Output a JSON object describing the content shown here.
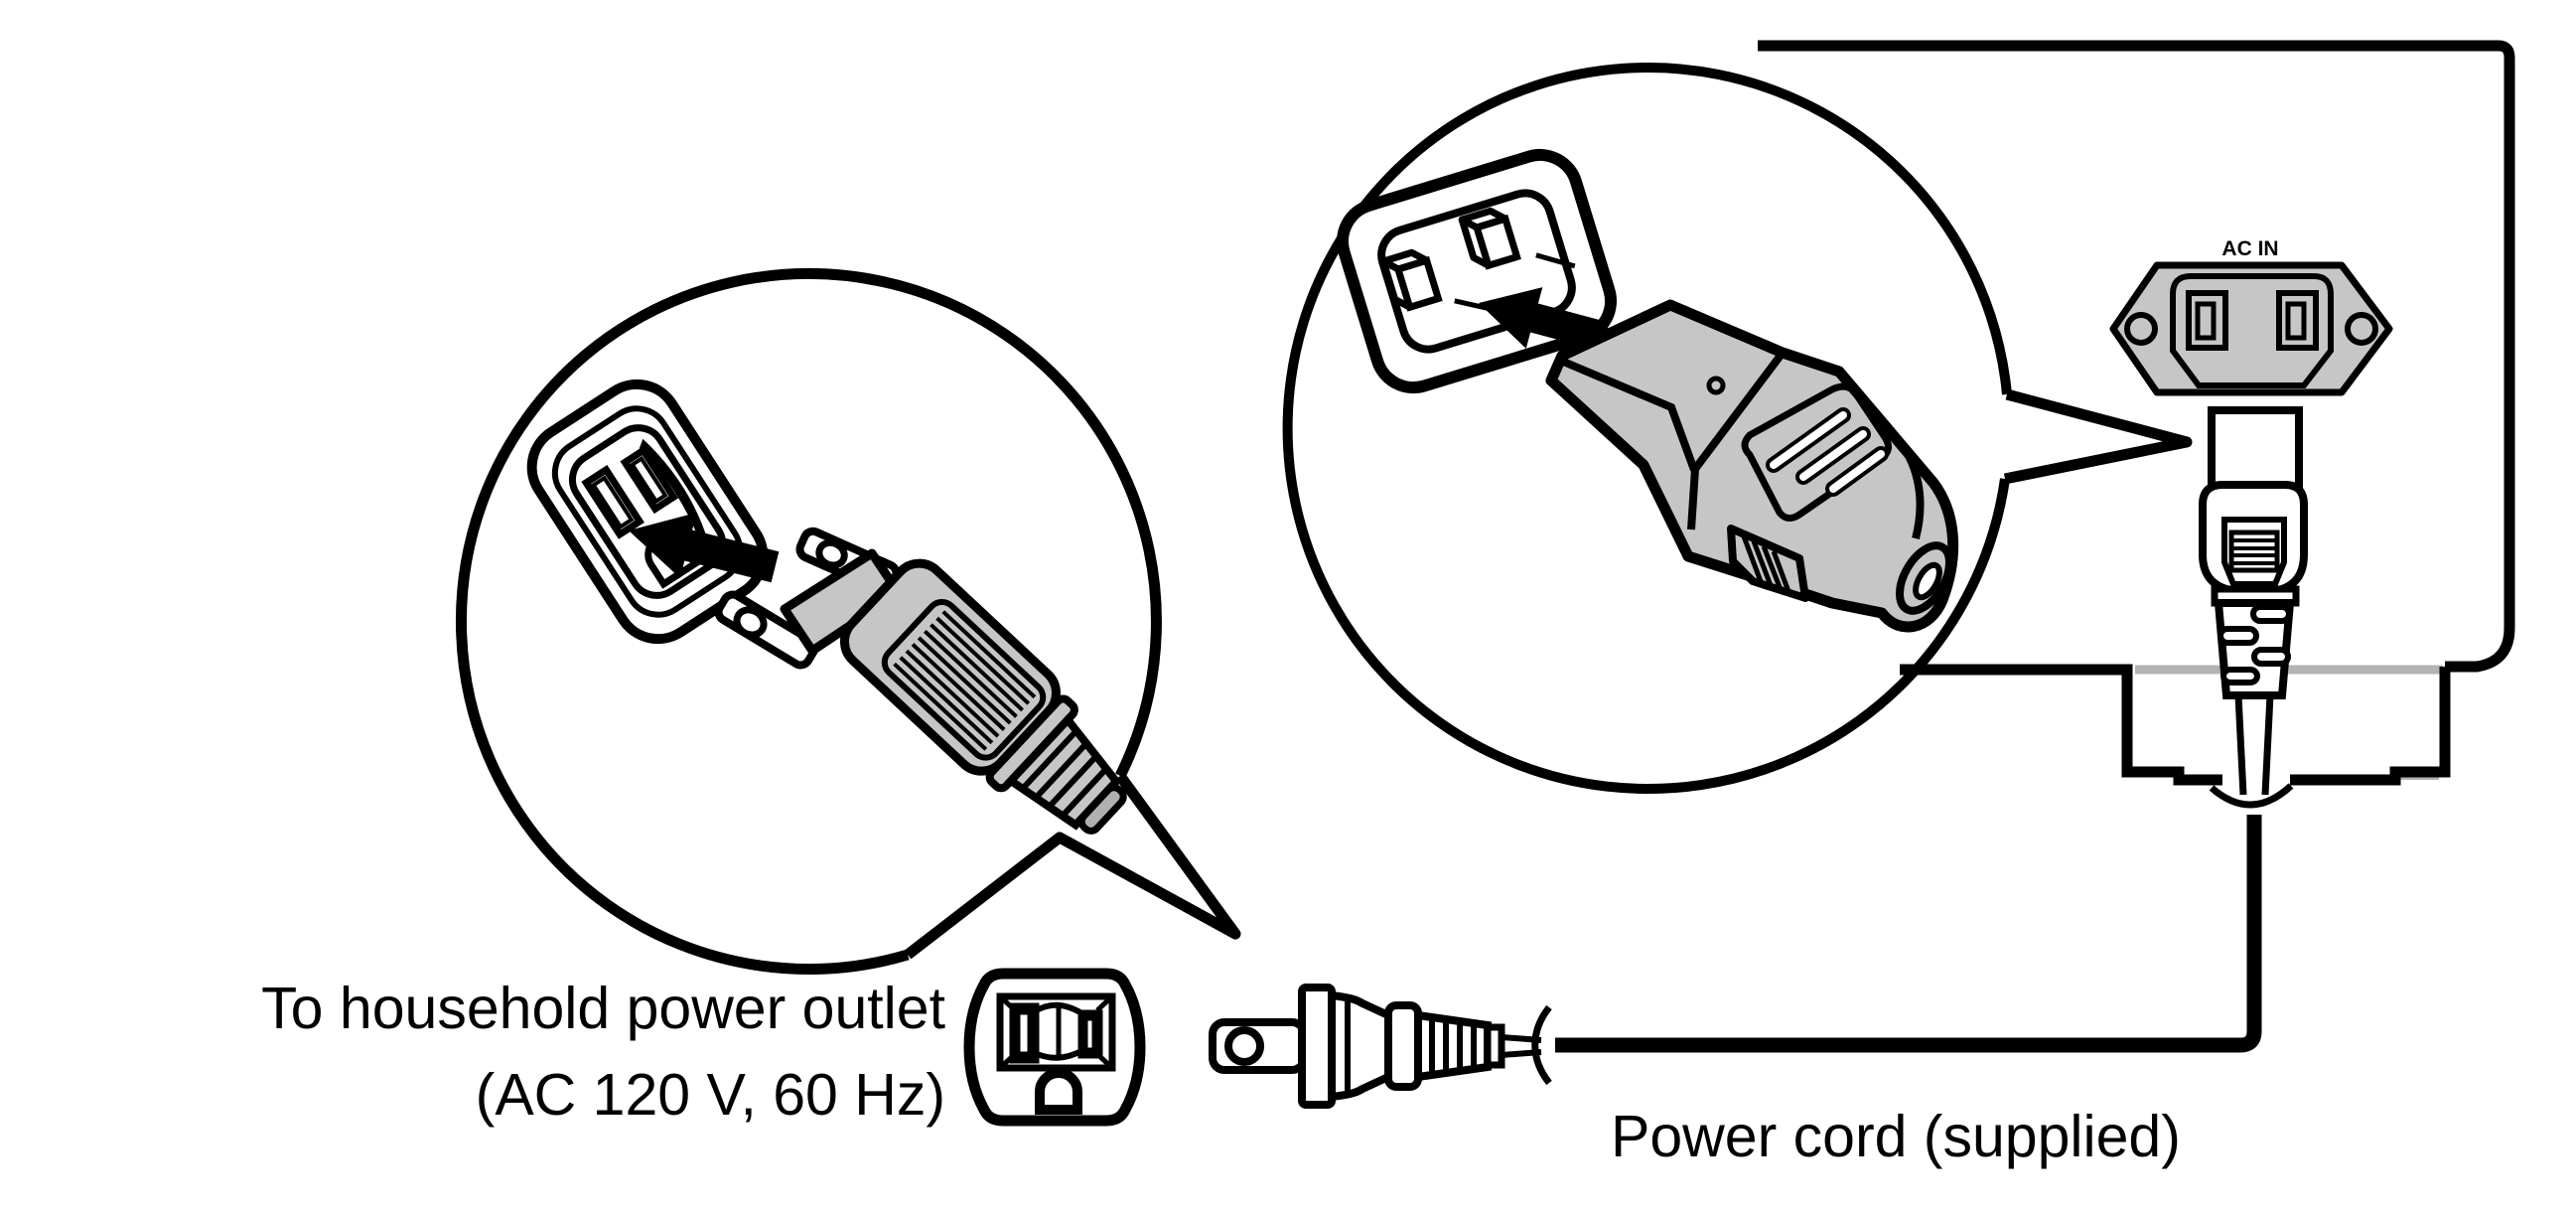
{
  "labels": {
    "ac_in": "AC IN",
    "outlet_caption_line1": "To household power outlet",
    "outlet_caption_line2": "(AC 120 V, 60 Hz)",
    "power_cord_caption": "Power cord (supplied)"
  },
  "colors": {
    "line_black": "#000000",
    "molding_gray": "#c6c6c6",
    "dark_gray": "#a8a8a8",
    "panel_edge_gray": "#b3b3b3",
    "background": "#ffffff"
  }
}
